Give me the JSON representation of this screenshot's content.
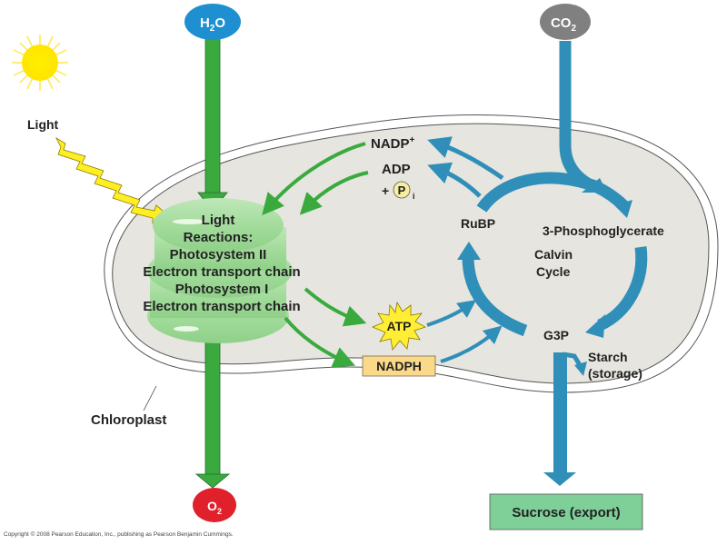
{
  "diagram": {
    "title_inputs": {
      "water": {
        "base": "H",
        "sub": "2",
        "tail": "O",
        "color": "#1e8fd0"
      },
      "co2": {
        "base": "CO",
        "sub": "2",
        "color": "#808080"
      },
      "oxygen": {
        "base": "O",
        "sub": "2",
        "color": "#e0202a"
      }
    },
    "light_label": "Light",
    "chloroplast_label": "Chloroplast",
    "light_reactions": {
      "lines": [
        "Light",
        "Reactions:",
        "Photosystem II",
        "Electron transport chain",
        "Photosystem I",
        "Electron transport chain"
      ]
    },
    "nadp_label": "NADP",
    "nadp_sup": "+",
    "adp_label": "ADP",
    "pi_prefix": "+",
    "pi_symbol": "P",
    "pi_sub": "i",
    "atp_label": "ATP",
    "nadph_label": "NADPH",
    "rubp_label": "RuBP",
    "pga_label": "3-Phosphoglycerate",
    "calvin_line1": "Calvin",
    "calvin_line2": "Cycle",
    "g3p_label": "G3P",
    "starch_line1": "Starch",
    "starch_line2": "(storage)",
    "sucrose_label": "Sucrose (export)",
    "colors": {
      "green_arrow": "#3aaa3f",
      "blue_arrow": "#2f8fb8",
      "chloroplast_fill": "#e6e5df",
      "atp_fill": "#ffee33",
      "nadph_fill": "#fbd98a",
      "sucrose_fill": "#7ecf98",
      "sun": "#ffee00"
    }
  },
  "copyright": "Copyright © 2008 Pearson Education, Inc., publishing as Pearson Benjamin Cummings."
}
